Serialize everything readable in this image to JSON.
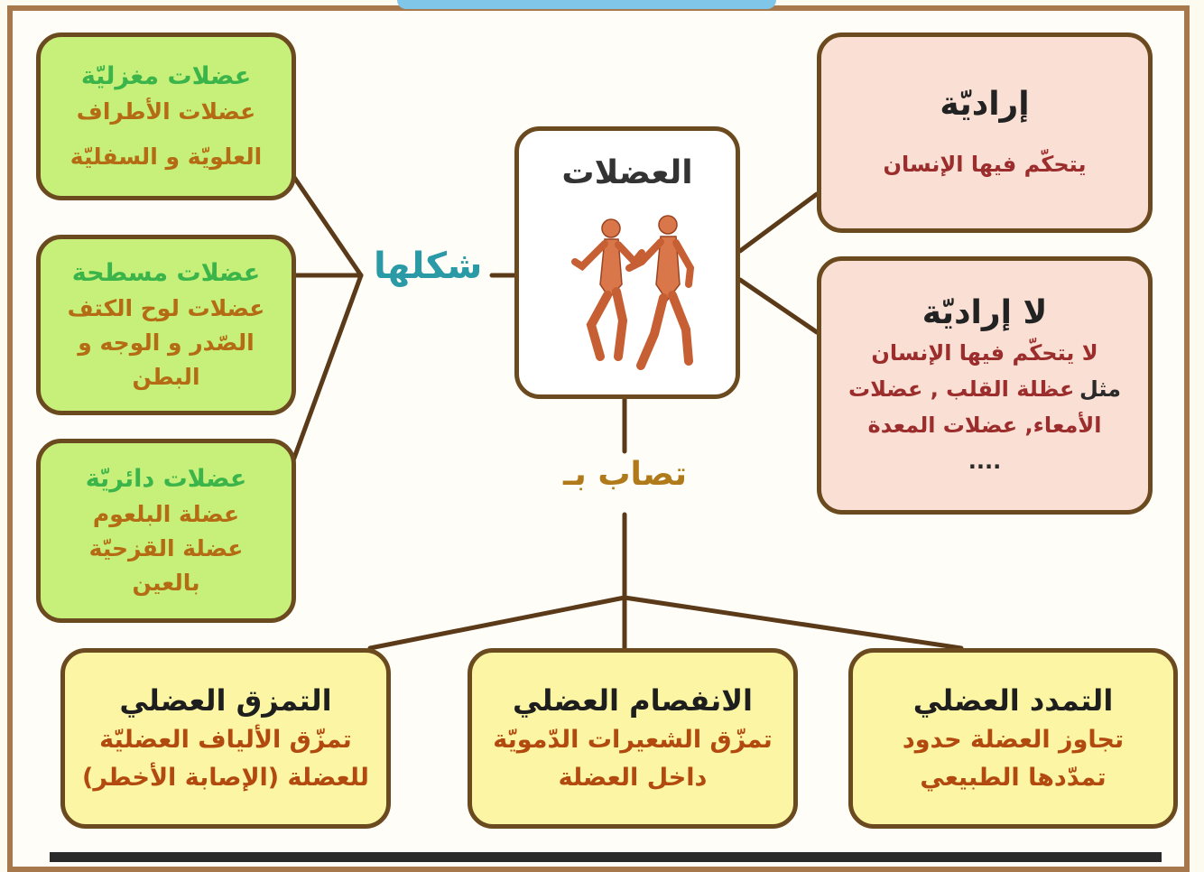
{
  "center": {
    "title": "العضلات"
  },
  "labels": {
    "shape": "شكلها",
    "affected_by": "تصاب بـ"
  },
  "shape_boxes": [
    {
      "title": "عضلات مغزليّة",
      "lines": [
        "عضلات الأطراف",
        "العلويّة و السفليّة"
      ]
    },
    {
      "title": "عضلات مسطحة",
      "lines": [
        "عضلات لوح الكتف",
        "الصّدر و الوجه و",
        "البطن"
      ]
    },
    {
      "title": "عضلات دائريّة",
      "lines": [
        "عضلة البلعوم",
        "عضلة القزحيّة",
        "بالعين"
      ]
    }
  ],
  "control_boxes": [
    {
      "title": "إراديّة",
      "lines": [
        "يتحكّم فيها الإنسان"
      ]
    },
    {
      "title": "لا إراديّة",
      "lines": [
        "لا يتحكّم فيها الإنسان",
        "مثل",
        "عظلة القلب , عضلات",
        "الأمعاء, عضلات المعدة",
        "...."
      ]
    }
  ],
  "injury_boxes": [
    {
      "title": "التمدد العضلي",
      "lines": [
        "تجاوز العضلة حدود",
        "تمدّدها الطبيعي"
      ]
    },
    {
      "title": "الانفصام العضلي",
      "lines": [
        "تمزّق الشعيرات الدّمويّة",
        "داخل العضلة"
      ]
    },
    {
      "title": "التمزق العضلي",
      "lines": [
        "تمزّق الألياف العضليّة",
        "للعضلة (الإصابة الأخطر)"
      ]
    }
  ],
  "colors": {
    "green_box": "#c6f07a",
    "pink_box": "#fae0d4",
    "yellow_box": "#fbf5a4",
    "border": "#6a4a1e",
    "shape_label": "#2a9aa6",
    "affected_label": "#b07a1a"
  },
  "icons": {
    "center_image": "running-muscle-figures"
  }
}
